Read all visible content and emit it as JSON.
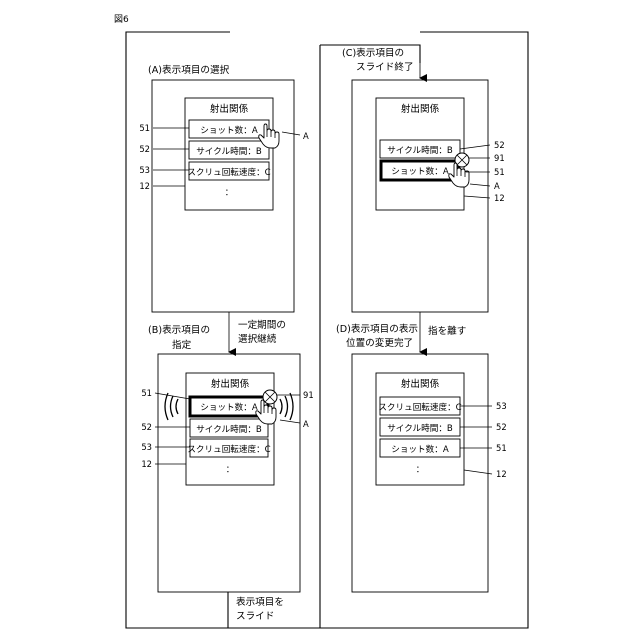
{
  "figure_label": "図6",
  "panel_a": {
    "caption": "(A)表示項目の選択",
    "title": "射出関係",
    "items": [
      "ショット数：A",
      "サイクル時間：B",
      "スクリュ回転速度：C"
    ],
    "ellipsis": "：",
    "refs": {
      "item1": "51",
      "item2": "52",
      "item3": "53",
      "display": "12",
      "hand": "A"
    }
  },
  "panel_b": {
    "caption_line1": "(B)表示項目の",
    "caption_line2": "指定",
    "title": "射出関係",
    "items": [
      "ショット数：A",
      "サイクル時間：B",
      "スクリュ回転速度：C"
    ],
    "ellipsis": "：",
    "refs": {
      "item1": "51",
      "item2": "52",
      "item3": "53",
      "display": "12",
      "mark": "91",
      "hand": "A"
    }
  },
  "panel_c": {
    "caption_line1": "(C)表示項目の",
    "caption_line2": "スライド終了",
    "title": "射出関係",
    "items": [
      "サイクル時間：B",
      "ショット数：A"
    ],
    "refs": {
      "item_top": "52",
      "mark": "91",
      "item_bottom": "51",
      "hand": "A",
      "display": "12"
    }
  },
  "panel_d": {
    "caption_line1": "(D)表示項目の表示",
    "caption_line2": "位置の変更完了",
    "title": "射出関係",
    "items": [
      "スクリュ回転速度：C",
      "サイクル時間：B",
      "ショット数：A"
    ],
    "ellipsis": "：",
    "refs": {
      "item1": "53",
      "item2": "52",
      "item3": "51",
      "display": "12"
    }
  },
  "transitions": {
    "a_to_b_line1": "一定期間の",
    "a_to_b_line2": "選択継続",
    "b_to_c_line1": "表示項目を",
    "b_to_c_line2": "スライド",
    "c_to_d": "指を離す"
  }
}
